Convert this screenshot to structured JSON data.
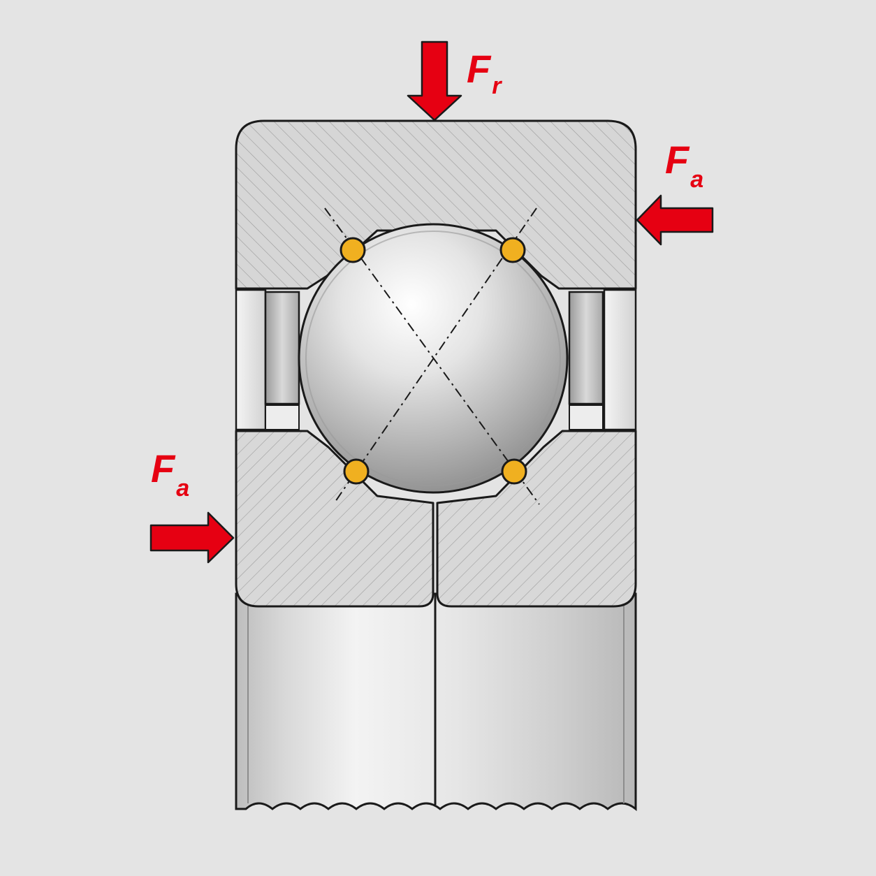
{
  "colors": {
    "background": "#e4e4e4",
    "force_arrow": "#e60012",
    "contact_point": "#f0b020",
    "ring_fill": "#d6d6d6",
    "outline": "#1a1a1a"
  },
  "forces": {
    "radial": {
      "symbol": "F",
      "subscript": "r"
    },
    "axial_right": {
      "symbol": "F",
      "subscript": "a"
    },
    "axial_left": {
      "symbol": "F",
      "subscript": "a"
    }
  },
  "contact_points": [
    {
      "name": "contact-point-outer-left"
    },
    {
      "name": "contact-point-outer-right"
    },
    {
      "name": "contact-point-inner-left"
    },
    {
      "name": "contact-point-inner-right"
    }
  ]
}
